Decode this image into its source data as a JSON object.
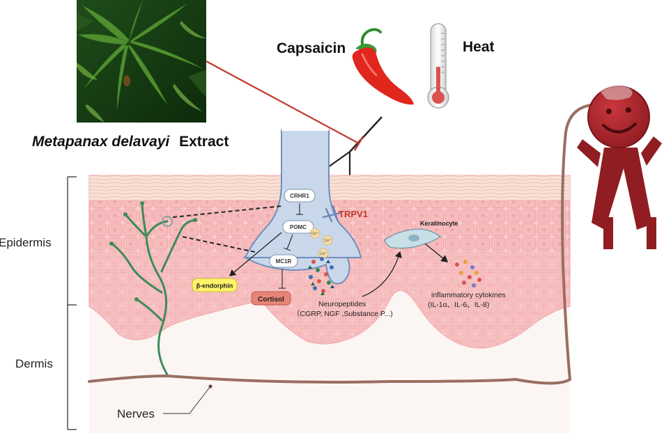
{
  "labels": {
    "extract_species": "Metapanax delavayi",
    "extract_word": "Extract",
    "capsaicin": "Capsaicin",
    "heat": "Heat",
    "epidermis": "Epidermis",
    "dermis": "Dermis",
    "nerves": "Nerves",
    "trpv1": "TRPV1",
    "keratinocyte": "Keratinocyte",
    "crhr1": "CRHR1",
    "pomc": "POMC",
    "mc1r": "MC1R",
    "beta_endorphin": "β-endorphin",
    "cortisol": "Cortisol",
    "calcium": "Ca²⁺",
    "neuropeptides_title": "Neuropeptides",
    "neuropeptides_list": "（CGRP, NGF ,Substance P...)",
    "cytokines_title": "inflammatory cytokines",
    "cytokines_list": "(IL-1α、IL-6、IL-8)"
  },
  "icons": {
    "plant": "metapanax-leaf-photo",
    "pepper": "chili-pepper-icon",
    "thermometer": "thermometer-icon",
    "person": "smiling-person-icon",
    "cell": "keratinocyte-cell-icon"
  },
  "colors": {
    "inhibition_line": "#c0392b",
    "nerve_green": "#3d8b5a",
    "nerve_brown": "#9a6e63",
    "neuron_blue": "#c9d7ea",
    "epidermis_pink": "#f6c6c6",
    "person_red": "#a3262b",
    "beta_endorphin_badge": "#fff36a",
    "cortisol_badge": "#e88578"
  }
}
